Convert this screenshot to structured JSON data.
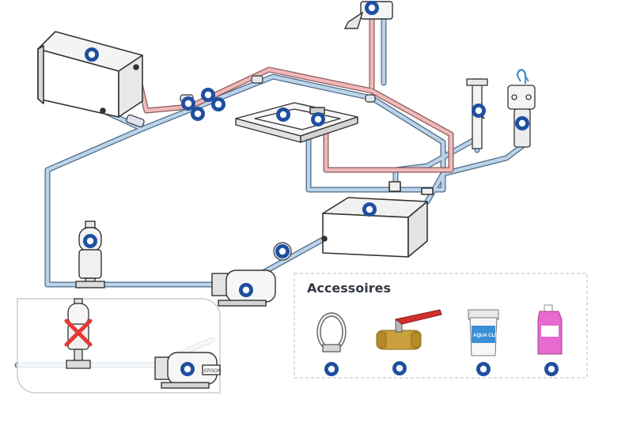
{
  "accessories": {
    "title": "Accessoires",
    "items": [
      {
        "icon": "hose-clamp-icon"
      },
      {
        "icon": "ball-valve-icon"
      },
      {
        "icon": "water-treatment-tub-icon"
      },
      {
        "icon": "antifreeze-jug-icon"
      }
    ]
  },
  "labels": {
    "pump_tag": "ERSON",
    "tub_text": "AQUA CLEAN"
  },
  "colors": {
    "hotspot": "#1f4fa0",
    "cold_pipe": "#9ab9d6",
    "hot_pipe": "#e6a3a3",
    "outline": "#333333",
    "remove_x": "#e53935",
    "antifreeze": "#e66ad0"
  }
}
